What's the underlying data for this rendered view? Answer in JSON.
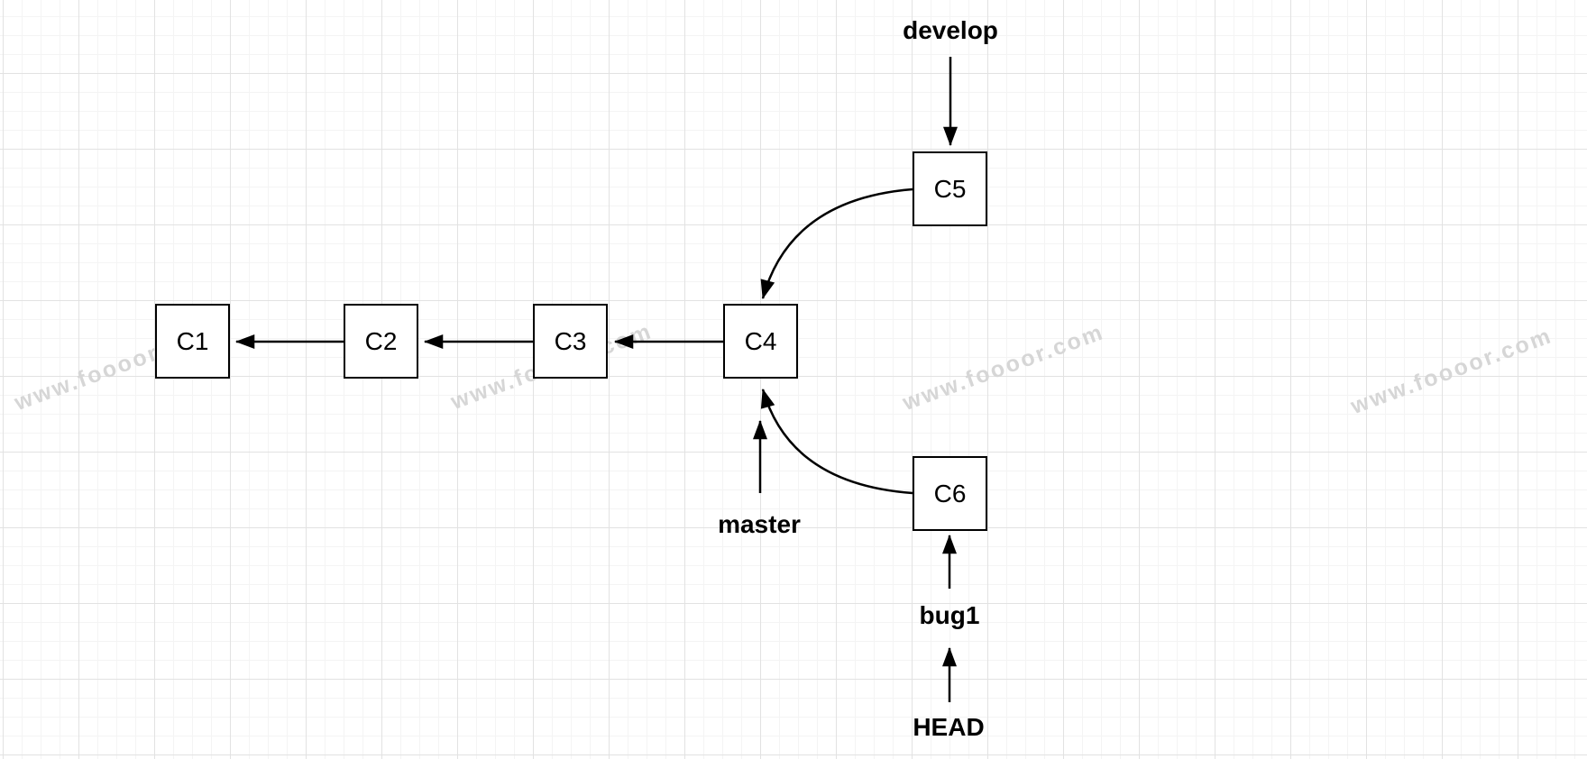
{
  "diagram": {
    "type": "git-branch-commit-graph",
    "nodes": [
      {
        "id": "c1",
        "label": "C1"
      },
      {
        "id": "c2",
        "label": "C2"
      },
      {
        "id": "c3",
        "label": "C3"
      },
      {
        "id": "c4",
        "label": "C4"
      },
      {
        "id": "c5",
        "label": "C5"
      },
      {
        "id": "c6",
        "label": "C6"
      }
    ],
    "branch_labels": [
      {
        "id": "develop",
        "label": "develop",
        "points_to": "C5"
      },
      {
        "id": "master",
        "label": "master",
        "points_to": "C4"
      },
      {
        "id": "bug1",
        "label": "bug1",
        "points_to": "C6"
      },
      {
        "id": "head",
        "label": "HEAD",
        "points_to": "bug1"
      }
    ],
    "edges": [
      {
        "from": "C2",
        "to": "C1"
      },
      {
        "from": "C3",
        "to": "C2"
      },
      {
        "from": "C4",
        "to": "C3"
      },
      {
        "from": "C5",
        "to": "C4"
      },
      {
        "from": "C6",
        "to": "C4"
      },
      {
        "from": "develop",
        "to": "C5"
      },
      {
        "from": "master",
        "to": "C4"
      },
      {
        "from": "bug1",
        "to": "C6"
      },
      {
        "from": "HEAD",
        "to": "bug1"
      }
    ],
    "colors": {
      "background": "#ffffff",
      "grid_minor": "#f4f4f4",
      "grid_major": "#e2e2e2",
      "node_fill": "#ffffff",
      "stroke": "#000000",
      "text": "#000000",
      "watermark": "#d6d6d6"
    }
  },
  "watermark": {
    "text": "www.foooor.com"
  }
}
